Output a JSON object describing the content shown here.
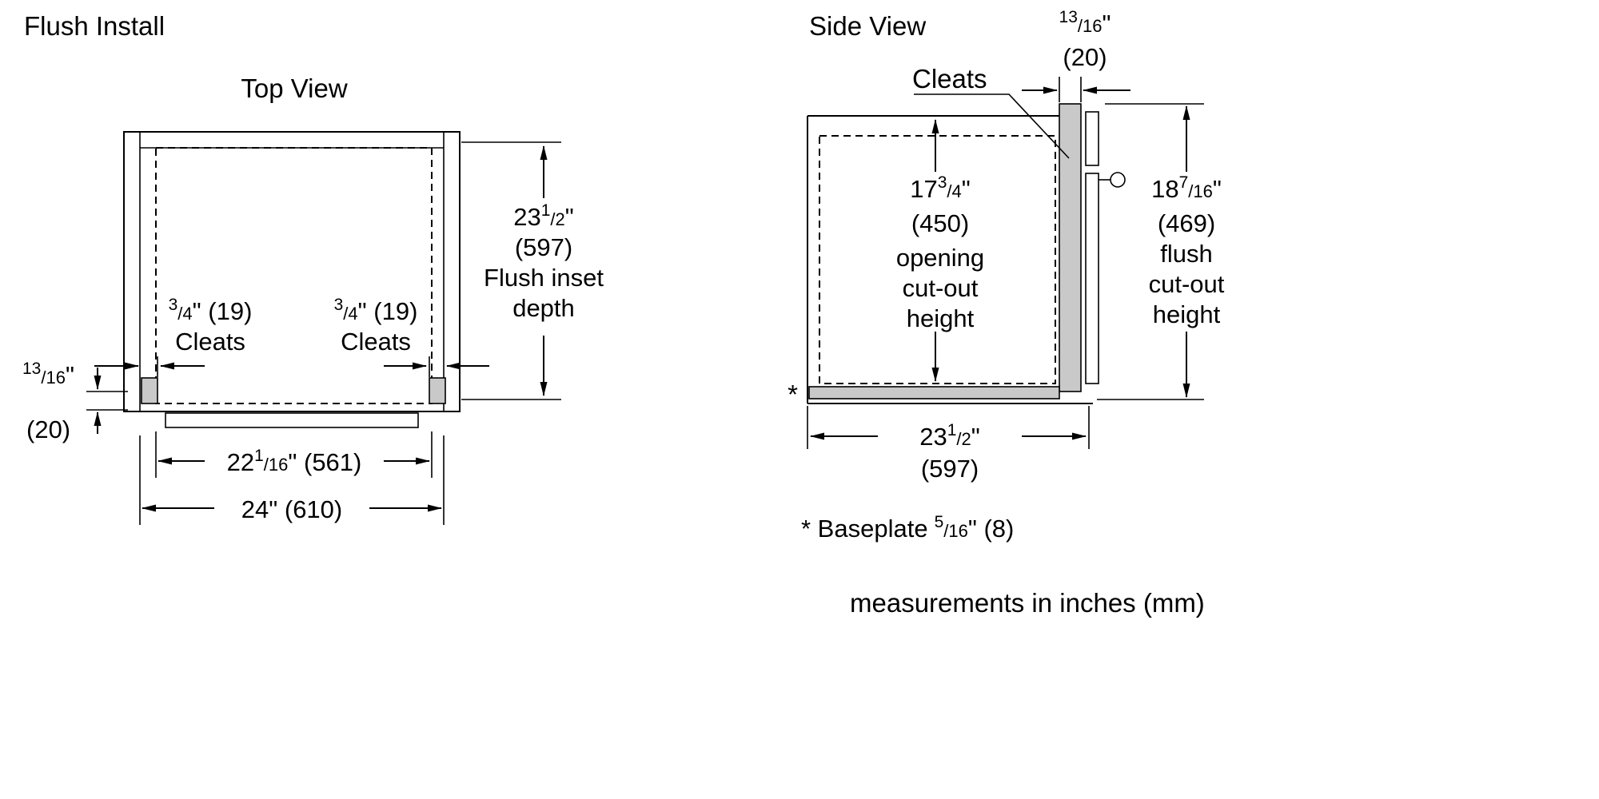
{
  "colors": {
    "line": "#000000",
    "cleat_fill": "#c9c9c9",
    "background": "#ffffff"
  },
  "title": "Flush Install",
  "units_note": "measurements in inches (mm)",
  "top_view": {
    "label": "Top View",
    "flush_depth": {
      "whole": "23",
      "num": "1",
      "den": "/2",
      "inch": "\"",
      "mm": "(597)",
      "caption1": "Flush inset",
      "caption2": "depth"
    },
    "cleat_left": {
      "num": "3",
      "den": "/4",
      "rest": "\" (19)",
      "label": "Cleats"
    },
    "cleat_right": {
      "num": "3",
      "den": "/4",
      "rest": "\" (19)",
      "label": "Cleats"
    },
    "front_thickness": {
      "num": "13",
      "den": "/16",
      "inch": "\"",
      "mm": "(20)"
    },
    "inner_width": {
      "whole": "22",
      "num": "1",
      "den": "/16",
      "rest": "\" (561)"
    },
    "outer_width": "24\" (610)"
  },
  "side_view": {
    "label": "Side View",
    "cleat_thickness": {
      "num": "13",
      "den": "/16",
      "inch": "\"",
      "mm": "(20)"
    },
    "cleats_callout": "Cleats",
    "opening_height": {
      "whole": "17",
      "num": "3",
      "den": "/4",
      "inch": "\"",
      "mm": "(450)",
      "caption1": "opening",
      "caption2": "cut-out",
      "caption3": "height"
    },
    "flush_height": {
      "whole": "18",
      "num": "7",
      "den": "/16",
      "inch": "\"",
      "mm": "(469)",
      "caption1": "flush",
      "caption2": "cut-out",
      "caption3": "height"
    },
    "baseplate_marker": "*",
    "bottom_width": {
      "whole": "23",
      "num": "1",
      "den": "/2",
      "inch": "\"",
      "mm": "(597)"
    },
    "footnote": {
      "prefix": "* Baseplate",
      "num": "5",
      "den": "/16",
      "rest": "\" (8)"
    }
  }
}
